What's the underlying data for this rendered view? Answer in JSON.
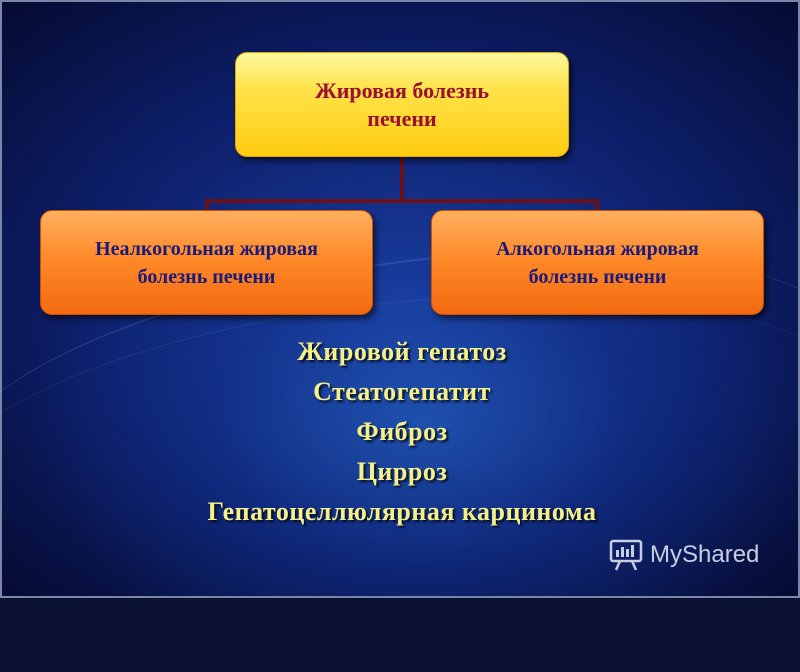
{
  "diagram": {
    "root": {
      "label_line1": "Жировая болезнь",
      "label_line2": "печени"
    },
    "left": {
      "label_line1": "Неалкогольная жировая",
      "label_line2": "болезнь печени"
    },
    "right": {
      "label_line1": "Алкогольная жировая",
      "label_line2": "болезнь печени"
    }
  },
  "stages": [
    "Жировой гепатоз",
    "Стеатогепатит",
    "Фиброз",
    "Цирроз",
    "Гепатоцеллюлярная карцинома"
  ],
  "watermark": {
    "text": "MyShared",
    "icon": "presentation-board-icon"
  },
  "colors": {
    "root_fill": "#ffd21e",
    "root_text": "#9a1030",
    "child_fill": "#ff8a2a",
    "child_text": "#1a1a78",
    "list_text": "#f6f08a",
    "connector": "#6a1018",
    "background": "#0d1f6a"
  }
}
